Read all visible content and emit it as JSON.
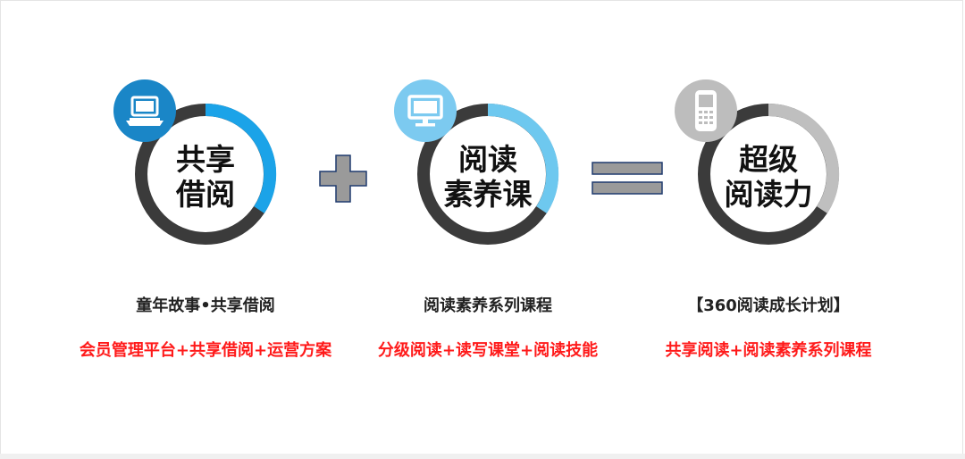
{
  "items": [
    {
      "ring_line1": "共享",
      "ring_line2": "借阅",
      "caption": "童年故事•共享借阅",
      "detail": "会员管理平台+共享借阅+运营方案",
      "icon": "laptop-icon",
      "accent": "#1ba3e8",
      "badge_color": "#1a86c7"
    },
    {
      "ring_line1": "阅读",
      "ring_line2": "素养课",
      "caption": "阅读素养系列课程",
      "detail": "分级阅读+读写课堂+阅读技能",
      "icon": "monitor-icon",
      "accent": "#6ec8ef",
      "badge_color": "#7ccaf0"
    },
    {
      "ring_line1": "超级",
      "ring_line2": "阅读力",
      "caption": "【360阅读成长计划】",
      "detail": "共享阅读+阅读素养系列课程",
      "icon": "phone-icon",
      "accent": "#bfbfbf",
      "badge_color": "#bdbdbd"
    }
  ],
  "operators": {
    "plus": "plus-icon",
    "equals": "equals-icon"
  }
}
